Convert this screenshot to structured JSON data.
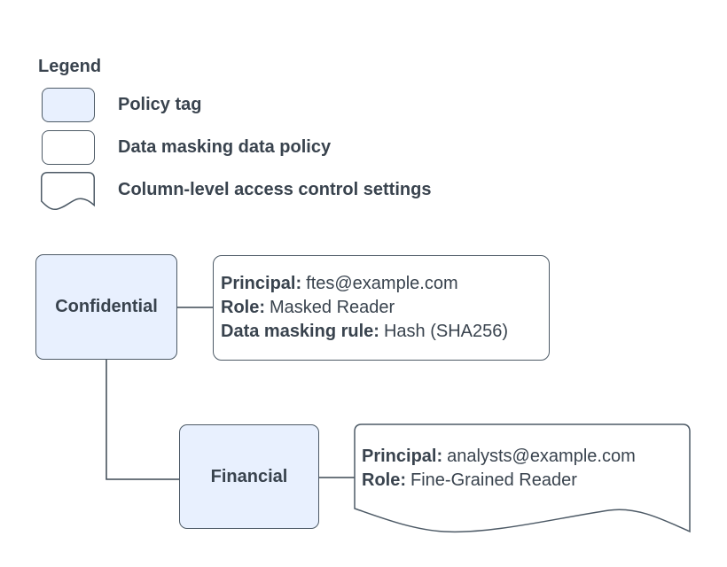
{
  "colors": {
    "policy_tag_fill": "#e8f0fe",
    "policy_box_fill": "#ffffff",
    "outline": "#4d5a66",
    "text": "#39434e",
    "background": "#ffffff"
  },
  "legend": {
    "title": "Legend",
    "items": [
      {
        "swatch": "policy-tag-swatch",
        "label": "Policy tag"
      },
      {
        "swatch": "data-masking-policy-swatch",
        "label": "Data masking data policy"
      },
      {
        "swatch": "column-access-settings-swatch",
        "label": "Column-level access control settings"
      }
    ]
  },
  "diagram": {
    "policy_tags": [
      {
        "name": "Confidential"
      },
      {
        "name": "Financial"
      }
    ],
    "masked_policy": {
      "fields": [
        {
          "label": "Principal:",
          "value": "ftes@example.com"
        },
        {
          "label": "Role:",
          "value": "Masked Reader"
        },
        {
          "label": "Data masking rule:",
          "value": "Hash (SHA256)"
        }
      ]
    },
    "fine_grained_policy": {
      "fields": [
        {
          "label": "Principal:",
          "value": "analysts@example.com"
        },
        {
          "label": "Role:",
          "value": "Fine-Grained Reader"
        }
      ]
    }
  }
}
